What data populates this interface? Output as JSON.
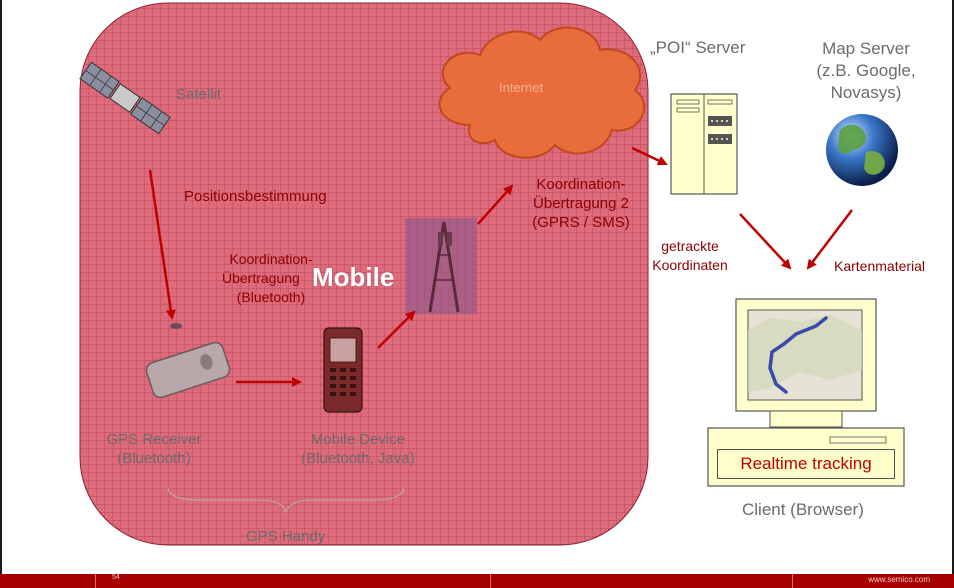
{
  "labels": {
    "satellit": "Satellit",
    "internet": "Internet",
    "poi_server": "„POI“ Server",
    "map_server": "Map Server",
    "map_server_sub1": "(z.B. Google,",
    "map_server_sub2": "Novasys)",
    "positionsbestimmung": "Positionsbestimmung",
    "koord1_line1": "Koordination-",
    "koord1_line2": "Übertragung",
    "koord1_line3": "(Bluetooth)",
    "koord2_line1": "Koordination-",
    "koord2_line2": "Übertragung 2",
    "koord2_line3": "(GPRS / SMS)",
    "getrackte_line1": "getrackte",
    "getrackte_line2": "Koordinaten",
    "kartenmaterial": "Kartenmaterial",
    "mobile": "Mobile",
    "gps_receiver_line1": "GPS Receiver",
    "gps_receiver_line2": "(Bluetooth)",
    "mobile_device_line1": "Mobile Device",
    "mobile_device_line2": "(Bluetooth, Java)",
    "gps_handy": "GPS Handy",
    "realtime_tracking": "Realtime tracking",
    "client": "Client (Browser)"
  },
  "footer": {
    "page_number": "54",
    "url": "www.semico.com"
  },
  "icons": {
    "satellite": "satellite-icon",
    "cloud": "cloud-icon",
    "server": "server-icon",
    "globe": "globe-icon",
    "tower": "cell-tower-icon",
    "phone": "mobile-phone-icon",
    "gps": "gps-receiver-icon",
    "monitor": "monitor-icon"
  },
  "colors": {
    "region_fill": "#d24a5c",
    "arrow": "#c00000",
    "cloud": "#e8683a",
    "footer": "#a40000"
  }
}
